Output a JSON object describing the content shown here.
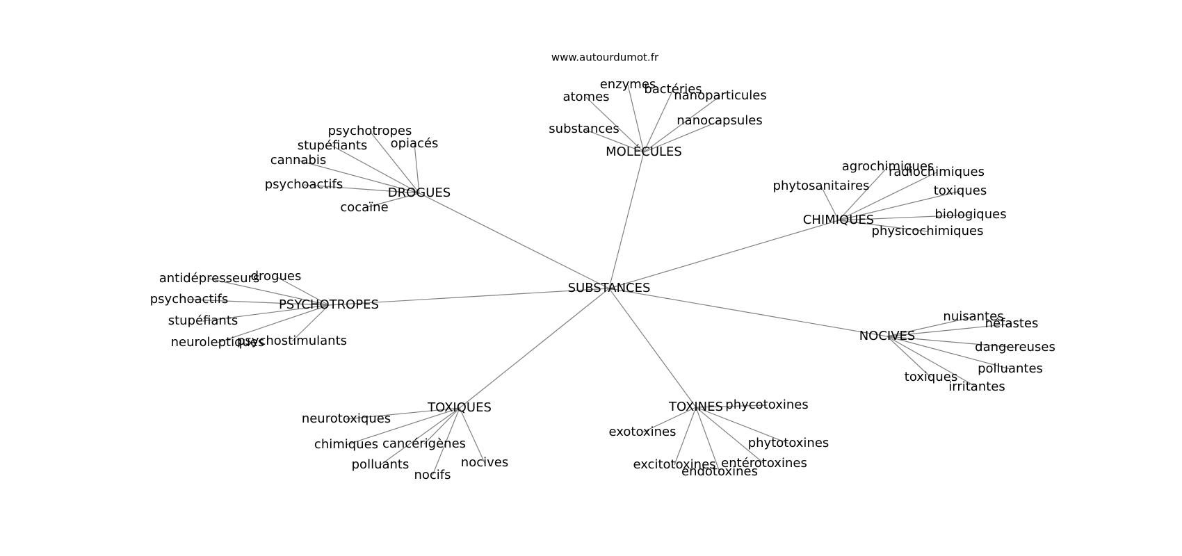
{
  "site": "www.autourdumot.fr",
  "root": "SUBSTANCES",
  "colors": {
    "edge": "#808080",
    "text": "#000000",
    "background": "#ffffff"
  },
  "branches": [
    {
      "id": "molecules",
      "label": "MOLÉCULES",
      "children": [
        "enzymes",
        "bactéries",
        "atomes",
        "nanoparticules",
        "substances",
        "nanocapsules"
      ]
    },
    {
      "id": "drogues",
      "label": "DROGUES",
      "children": [
        "psychotropes",
        "stupéfiants",
        "opiacés",
        "cannabis",
        "psychoactifs",
        "cocaïne"
      ]
    },
    {
      "id": "chimiques",
      "label": "CHIMIQUES",
      "children": [
        "agrochimiques",
        "radiochimiques",
        "phytosanitaires",
        "toxiques",
        "biologiques",
        "physicochimiques"
      ]
    },
    {
      "id": "psychotropes",
      "label": "PSYCHOTROPES",
      "children": [
        "drogues",
        "antidépresseurs",
        "psychoactifs",
        "stupéfiants",
        "psychostimulants",
        "neuroleptiques"
      ]
    },
    {
      "id": "nocives",
      "label": "NOCIVES",
      "children": [
        "nuisantes",
        "néfastes",
        "dangereuses",
        "polluantes",
        "toxiques",
        "irritantes"
      ]
    },
    {
      "id": "toxiques",
      "label": "TOXIQUES",
      "children": [
        "neurotoxiques",
        "chimiques",
        "cancérigènes",
        "polluants",
        "nocives",
        "nocifs"
      ]
    },
    {
      "id": "toxines",
      "label": "TOXINES",
      "children": [
        "phycotoxines",
        "exotoxines",
        "phytotoxines",
        "excitotoxines",
        "entérotoxines",
        "endotoxines"
      ]
    }
  ]
}
